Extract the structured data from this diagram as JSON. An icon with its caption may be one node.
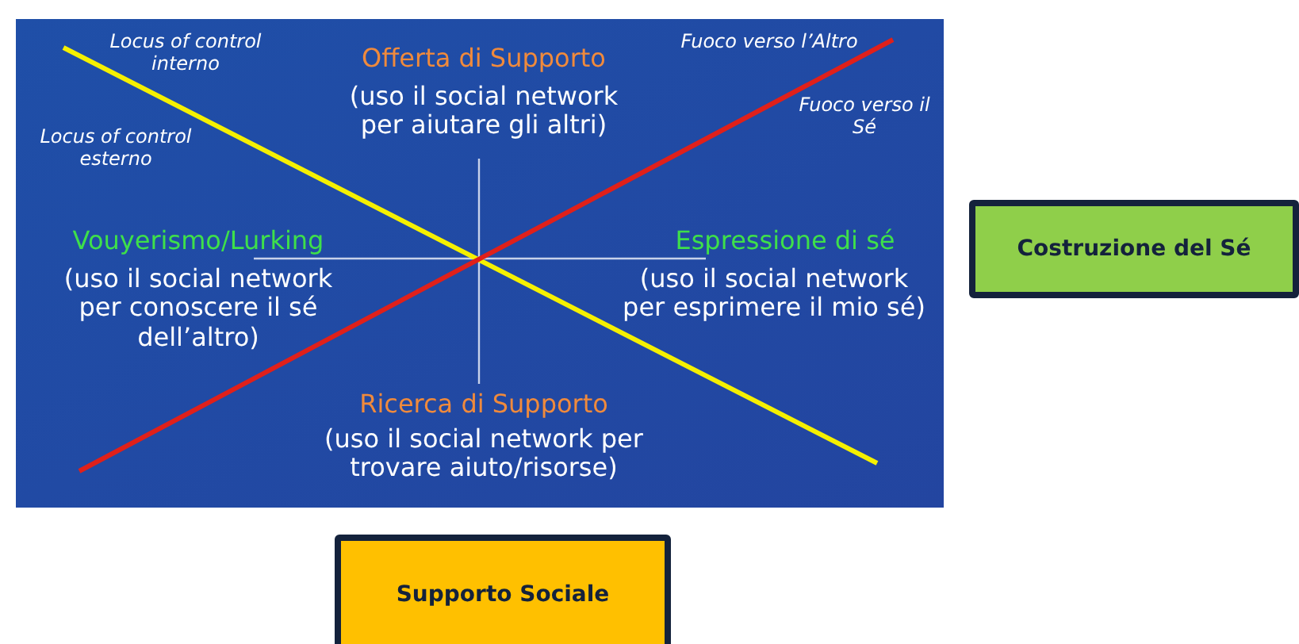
{
  "diagram": {
    "nodes": [
      {
        "text": [
          "Costruzione del Sé"
        ]
      },
      {
        "text": [
          "Supporto Sociale"
        ]
      }
    ],
    "labels": [
      "Locus of control interno",
      "Offerta di Supporto",
      "Fuoco verso l’Altro",
      "(uso il social network per aiutare gli altri)",
      "Fuoco verso il Sé",
      "Locus of control esterno",
      "Vouyerismo/Lurking",
      "Espressione di sé",
      "(uso il social network per conoscere il sé dell’altro)",
      "(uso il social network per esprimere il mio sé)",
      "Ricerca di Supporto",
      "(uso il social network per trovare aiuto/risorse)"
    ]
  }
}
